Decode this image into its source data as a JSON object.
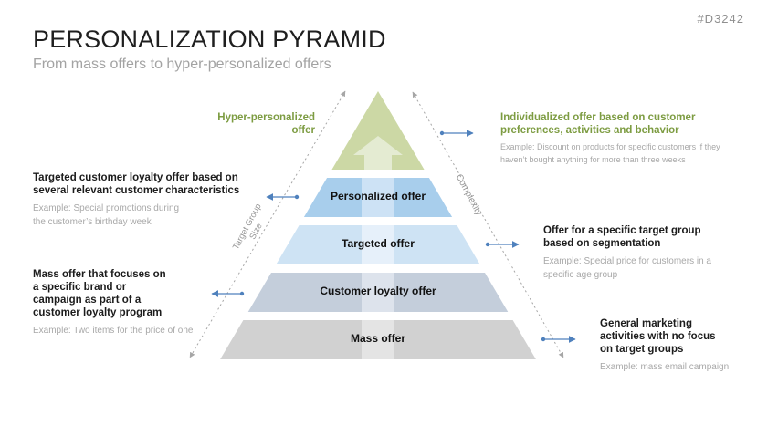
{
  "slide": {
    "title": "PERSONALIZATION PYRAMID",
    "subtitle": "From mass offers to hyper-personalized offers",
    "tag": "#D3242"
  },
  "pyramid": {
    "levels": [
      {
        "label": "Hyper-personalized offer",
        "color": "#ccd8a5",
        "stripe": "#e4ebd2"
      },
      {
        "label": "Personalized offer",
        "color": "#a8ceec",
        "stripe": "#cde2f5"
      },
      {
        "label": "Targeted offer",
        "color": "#cee3f4",
        "stripe": "#e6f0fa"
      },
      {
        "label": "Customer loyalty offer",
        "color": "#c4cedb",
        "stripe": "#dde3ec"
      },
      {
        "label": "Mass offer",
        "color": "#d1d1d1",
        "stripe": "#e4e4e4"
      }
    ]
  },
  "axes": {
    "left": "Target Group Size",
    "right": "Complexity"
  },
  "annotations": {
    "left": [
      {
        "heading": "Targeted customer loyalty offer based on several relevant customer characteristics",
        "example": "Example: Special promotions during the customer’s birthday week"
      },
      {
        "heading": "Mass offer that focuses on a specific brand or campaign as part of a customer loyalty program",
        "example": "Example: Two items for the price of one"
      }
    ],
    "right": [
      {
        "heading": "Individualized offer based on customer preferences, activities and behavior",
        "example": "Example: Discount on products for specific customers if they haven’t bought anything for more than three weeks"
      },
      {
        "heading": "Offer for a specific target group based on segmentation",
        "example": "Example: Special price for customers in a specific age group"
      },
      {
        "heading": "General marketing activities with no focus on target groups",
        "example": "Example: mass email campaign"
      }
    ]
  },
  "colors": {
    "accent_green": "#7d9c42",
    "arrow_blue": "#4f81bd",
    "axis_gray": "#a6a6a6"
  }
}
